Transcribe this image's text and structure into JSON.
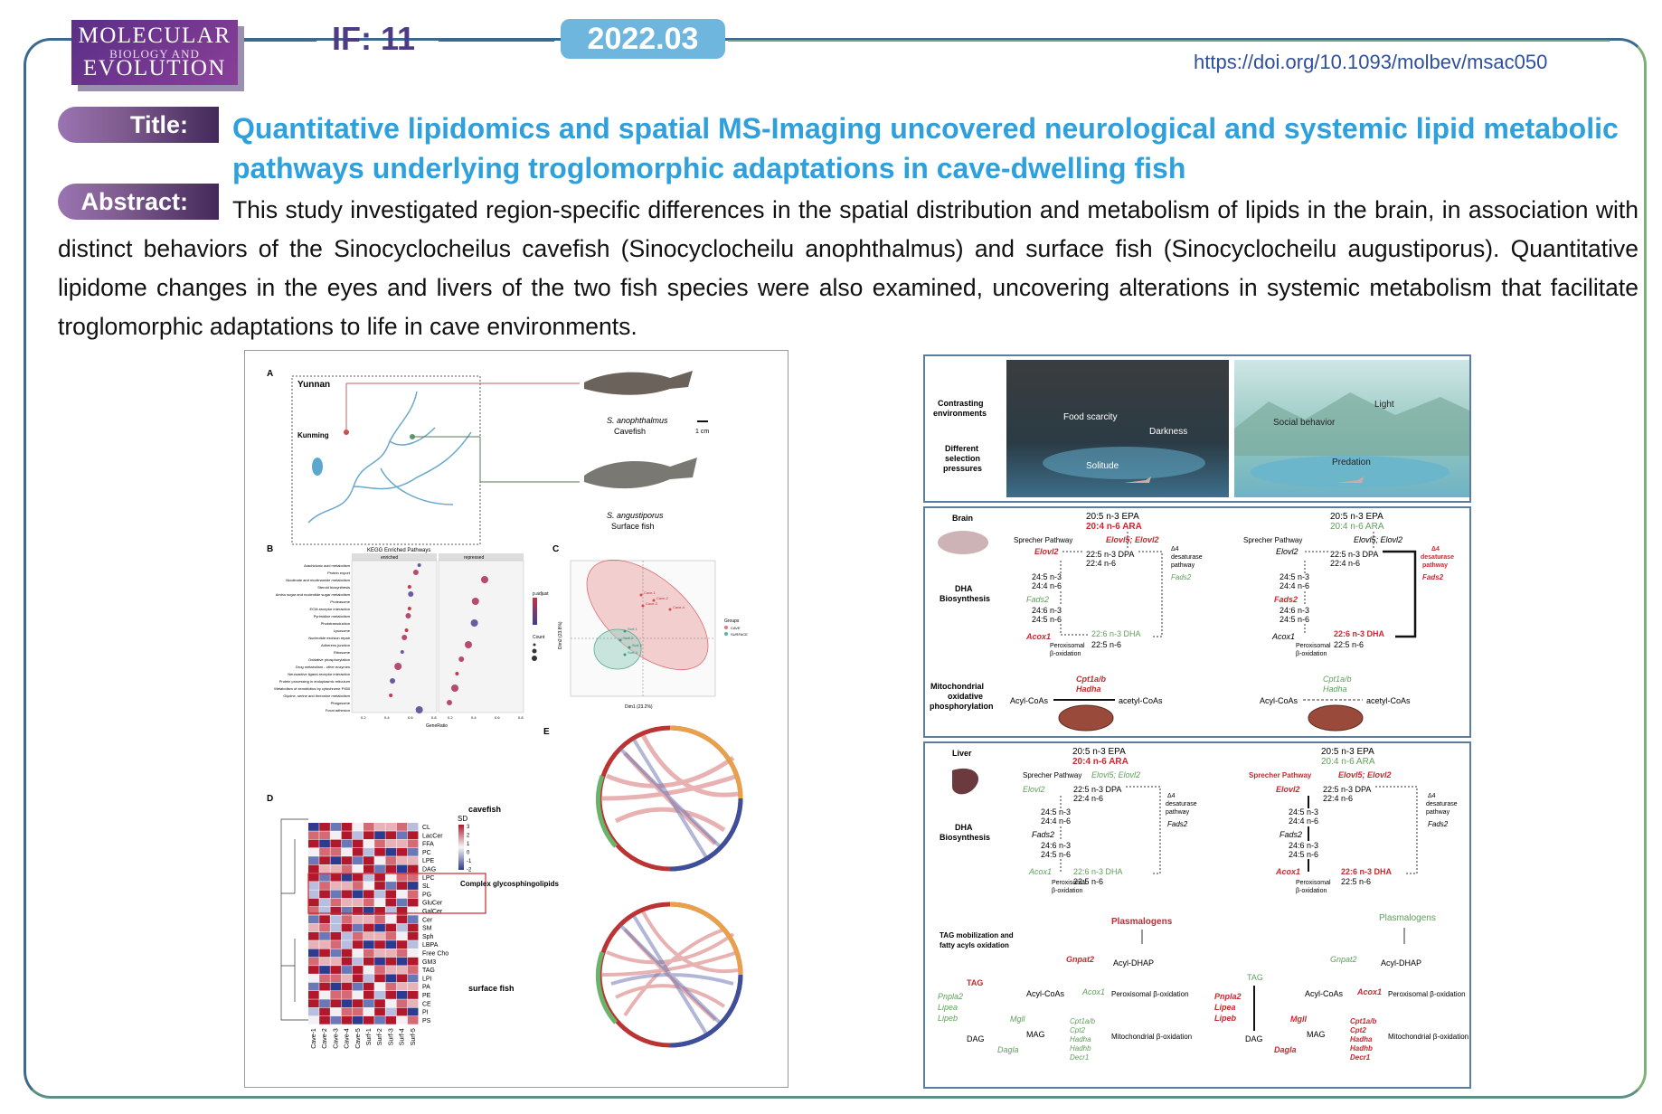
{
  "header": {
    "journal_logo": {
      "line1": "MOLECULAR",
      "line2": "BIOLOGY AND",
      "line3": "EVOLUTION"
    },
    "impact_factor": "IF: 11",
    "date": "2022.03",
    "doi": "https://doi.org/10.1093/molbev/msac050"
  },
  "title_tag": "Title:",
  "title": "Quantitative lipidomics and spatial MS-Imaging uncovered neurological and systemic lipid metabolic pathways underlying troglomorphic adaptations in cave-dwelling fish",
  "abstract_tag": "Abstract:",
  "abstract": "This study investigated region-specific differences in the spatial distribution and metabolism of lipids in the brain, in association with distinct behaviors of the Sinocyclocheilus cavefish (Sinocyclocheilu anophthalmus) and surface fish (Sinocyclocheilu augustiporus). Quantitative lipidome changes in the eyes and livers of the two fish species were also examined, uncovering alterations in systemic metabolism that facilitate troglomorphic adaptations to life in cave environments.",
  "figure_left": {
    "panel_a": {
      "label": "A",
      "region": "Yunnan",
      "city": "Kunming",
      "fish1_name": "S. anophthalmus",
      "fish1_type": "Cavefish",
      "fish2_name": "S. angustiporus",
      "fish2_type": "Surface fish",
      "scale": "1 cm"
    },
    "panel_b": {
      "label": "B",
      "title": "KEGG Enriched Pathways",
      "facet1": "enriched",
      "facet2": "repressed",
      "xlabel": "GeneRatio",
      "legend_title1": "p.adjust",
      "legend_title2": "Count",
      "pathways": [
        "Arachidonic acid metabolism",
        "Protein export",
        "Nicotinate and nicotinamide metabolism",
        "Steroid biosynthesis",
        "Amino sugar and nucleotide sugar metabolism",
        "Proteasome",
        "ECM-receptor interaction",
        "Pyrimidine metabolism",
        "Phototransduction",
        "Lysosome",
        "Nucleotide excision repair",
        "Adherens junction",
        "Ribosome",
        "Oxidative phosphorylation",
        "Drug metabolism - other enzymes",
        "Neuroactive ligand-receptor interaction",
        "Protein processing in endoplasmic reticulum",
        "Metabolism of xenobiotics by cytochrome P450",
        "Glycine, serine and threonine metabolism",
        "Phagosome",
        "Focal adhesion"
      ],
      "ticks": [
        "0.2",
        "0.4",
        "0.6",
        "0.8",
        "0.2",
        "0.4",
        "0.6",
        "0.8"
      ]
    },
    "panel_c": {
      "label": "C",
      "xlabel": "Dim1 (23.2%)",
      "ylabel": "Dim2 (23.8%)",
      "legend_title": "Groups",
      "groups": [
        "CAVE",
        "SURFACE"
      ],
      "points": [
        "Cave-1",
        "Cave-2",
        "Cave-3",
        "Cave-4",
        "Surf-1",
        "Surf-2",
        "Surf-3",
        "Surf-4"
      ]
    },
    "panel_d": {
      "label": "D",
      "legend_title": "SD",
      "legend_ticks": [
        "3",
        "2",
        "1",
        "0",
        "-1",
        "-2"
      ],
      "rows": [
        "CL",
        "LacCer",
        "FFA",
        "PC",
        "LPE",
        "DAG",
        "LPC",
        "SL",
        "PG",
        "GluCer",
        "GalCer",
        "Cer",
        "SM",
        "Sph",
        "LBPA",
        "Free Cho",
        "GM3",
        "TAG",
        "LPI",
        "PA",
        "PE",
        "CE",
        "PI",
        "PS"
      ],
      "columns": [
        "Cave-1",
        "Cave-2",
        "Cave-3",
        "Cave-4",
        "Cave-5",
        "Surf-1",
        "Surf-2",
        "Surf-3",
        "Surf-4",
        "Surf-5"
      ],
      "highlight": "Complex glycosphingolipids"
    },
    "panel_e": {
      "label": "E",
      "chord1": "cavefish",
      "chord2": "surface fish"
    }
  },
  "figure_right": {
    "env": {
      "row1": "Contrasting environments",
      "row2": "Different selection pressures",
      "cave_labels": [
        "Food scarcity",
        "Darkness",
        "Solitude"
      ],
      "surface_labels": [
        "Light",
        "Social behavior",
        "Predation"
      ]
    },
    "brain": {
      "organ": "Brain",
      "dha_label": "DHA Biosynthesis",
      "mito_label": "Mitochondrial oxidative phosphorylation",
      "epa": "20:5 n-3 EPA",
      "ara": "20:4 n-6 ARA",
      "sprecher": "Sprecher Pathway",
      "elovl5": "Elovl5; Elovl2",
      "elovl2": "Elovl2",
      "dpa1": "22:5 n-3 DPA",
      "dpa2": "22:4 n-6",
      "d4": "Δ4 desaturase pathway",
      "fads2": "Fads2",
      "c245a": "24:5 n-3",
      "c245b": "24:4 n-6",
      "c246a": "24:6 n-3",
      "c246b": "24:5 n-6",
      "acox1": "Acox1",
      "perox": "Peroxisomal β-oxidation",
      "dha": "22:6 n-3 DHA",
      "dha2": "22:5 n-6",
      "cpt": "Cpt1a/b",
      "hadha": "Hadha",
      "acylcoas": "Acyl-CoAs",
      "acetyl": "acetyl-CoAs"
    },
    "liver": {
      "organ": "Liver",
      "dha_label": "DHA Biosynthesis",
      "tag_label": "TAG mobilization and fatty acyls oxidation",
      "plasmalogens": "Plasmalogens",
      "gnpat2": "Gnpat2",
      "acyl_dhap": "Acyl-DHAP",
      "tag": "TAG",
      "pnpla2": "Pnpla2",
      "lipea": "Lipea",
      "lipeb": "Lipeb",
      "dag": "DAG",
      "dagla": "Dagla",
      "mgll": "Mgll",
      "mag": "MAG",
      "acylcoas": "Acyl-CoAs",
      "acox1": "Acox1",
      "perox_ox": "Peroxisomal β-oxidation",
      "mito_ox": "Mitochondrial β-oxidation",
      "cpt1ab": "Cpt1a/b",
      "cpt2": "Cpt2",
      "hadha": "Hadha",
      "hadhb": "Hadhb",
      "decr1": "Decr1"
    }
  },
  "colors": {
    "frame": "#3b6a8f",
    "title": "#2fa0dc",
    "logo": "#5a2f86",
    "date_badge": "#6fb6df",
    "if_text": "#4e3b86",
    "red": "#c8282e",
    "green": "#5fa05a"
  }
}
